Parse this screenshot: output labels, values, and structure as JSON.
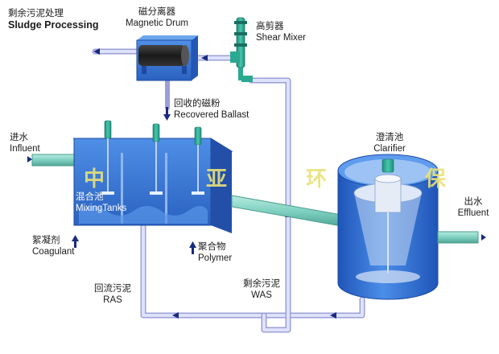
{
  "labels": {
    "sludge_processing": {
      "zh": "剩余污泥处理",
      "en": "Sludge Processing"
    },
    "magnetic_drum": {
      "zh": "磁分离器",
      "en": "Magnetic Drum"
    },
    "shear_mixer": {
      "zh": "高剪器",
      "en": "Shear Mixer"
    },
    "recovered_ballast": {
      "zh": "回收的磁粉",
      "en": "Recovered Ballast"
    },
    "influent": {
      "zh": "进水",
      "en": "Influent"
    },
    "clarifier": {
      "zh": "澄清池",
      "en": "Clarifier"
    },
    "mixing_tanks": {
      "zh": "混合池",
      "en": "MixingTanks"
    },
    "effluent": {
      "zh": "出水",
      "en": "Effluent"
    },
    "coagulant": {
      "zh": "絮凝剂",
      "en": "Coagulant"
    },
    "polymer": {
      "zh": "聚合物",
      "en": "Polymer"
    },
    "was": {
      "zh": "剩余污泥",
      "en": "WAS"
    },
    "ras": {
      "zh": "回流污泥",
      "en": "RAS"
    }
  },
  "watermark": [
    "中",
    "亚",
    "环",
    "保"
  ],
  "colors": {
    "tank_blue": "#2f6fd0",
    "pipe_green": "#7fd0c0",
    "return_pipe": "#c8ccf0",
    "arrow": "#1a2a80",
    "watermark": "#e9e27a"
  }
}
